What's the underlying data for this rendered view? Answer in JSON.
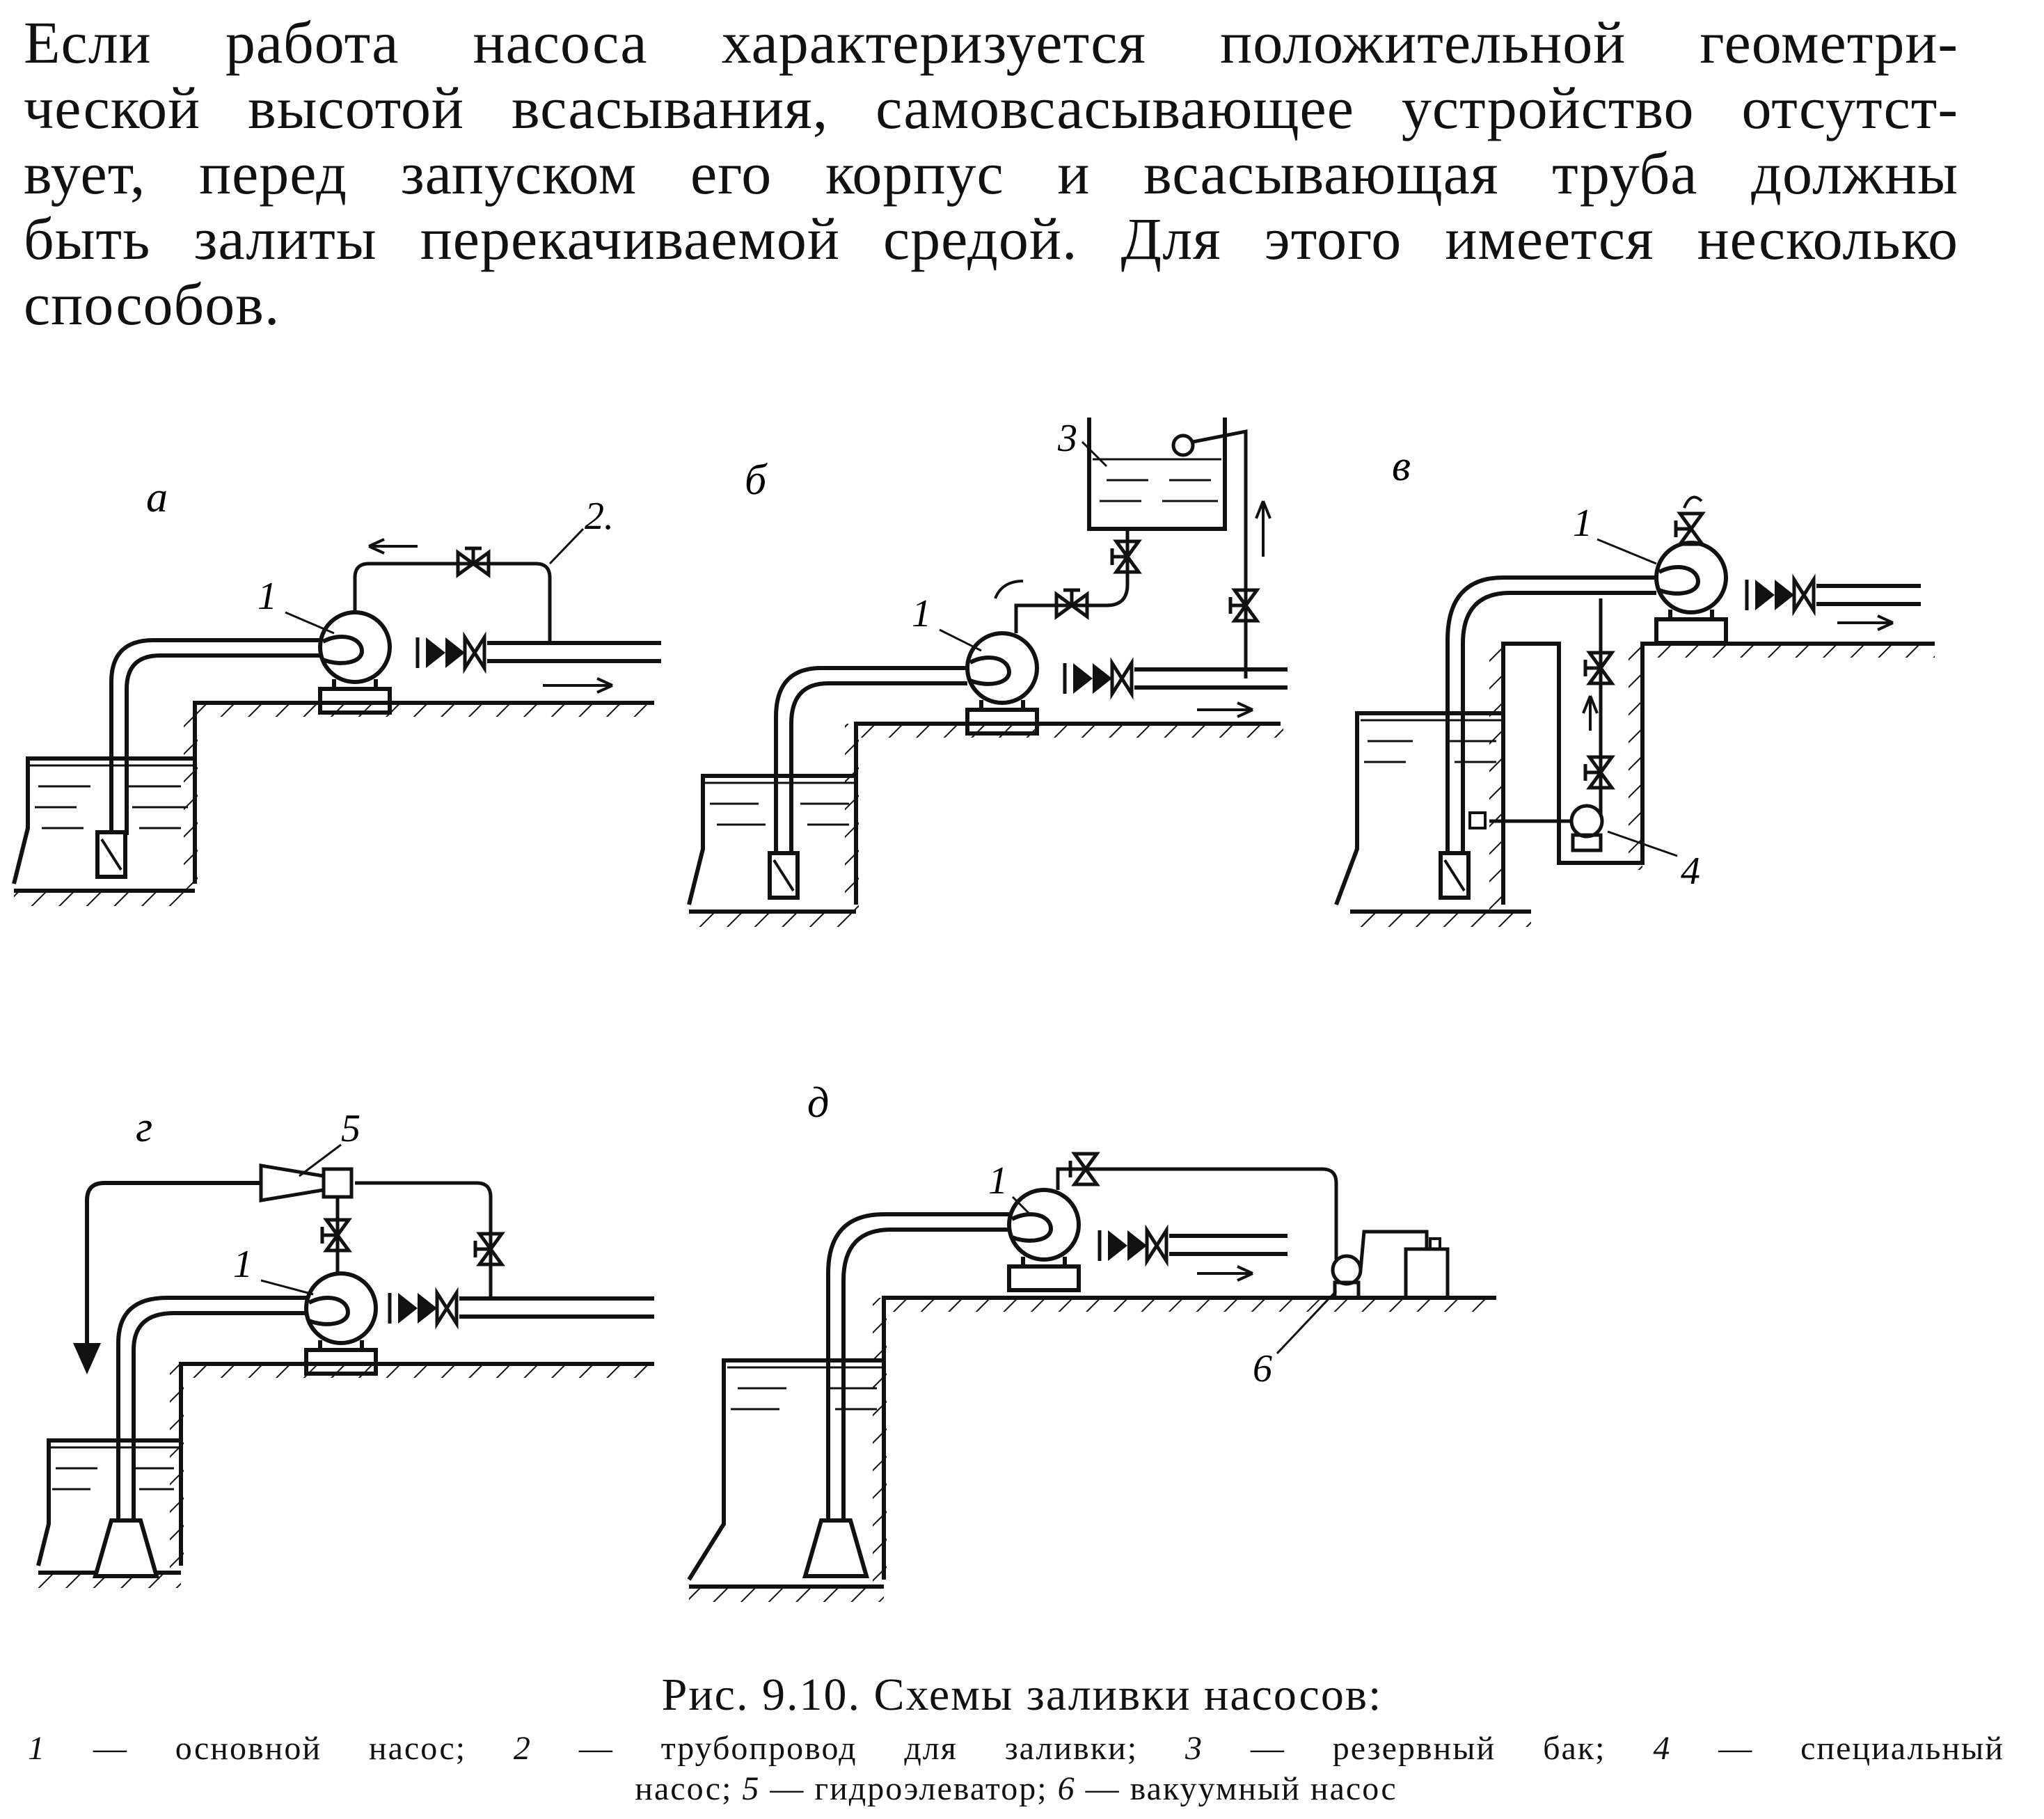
{
  "paragraph": {
    "lines": [
      "Если работа насоса характеризуется положительной геометри-",
      "ческой высотой всасывания, самовсасывающее устройство отсутст-",
      "вует, перед запуском его корпус и всасывающая труба должны",
      "быть залиты перекачиваемой средой. Для этого имеется несколько",
      "способов."
    ]
  },
  "figure": {
    "panel_labels": [
      "а",
      "б",
      "в",
      "г",
      "д"
    ],
    "callouts": {
      "a1": "1",
      "a2": "2.",
      "b3": "3",
      "b1": "1",
      "v1": "1",
      "v4": "4",
      "g5": "5",
      "g1": "1",
      "d1": "1",
      "d6": "6"
    }
  },
  "caption": {
    "title": "Рис. 9.10. Схемы заливки насосов:",
    "legend": [
      {
        "num": "1",
        "text": "основной насос;"
      },
      {
        "num": "2",
        "text": "трубопровод для заливки;"
      },
      {
        "num": "3",
        "text": "резервный бак;"
      },
      {
        "num": "4",
        "text": "специальный"
      },
      {
        "num": "",
        "text": "насос;"
      },
      {
        "num": "5",
        "text": "гидроэлеватор;"
      },
      {
        "num": "6",
        "text": "вакуумный насос"
      }
    ]
  }
}
